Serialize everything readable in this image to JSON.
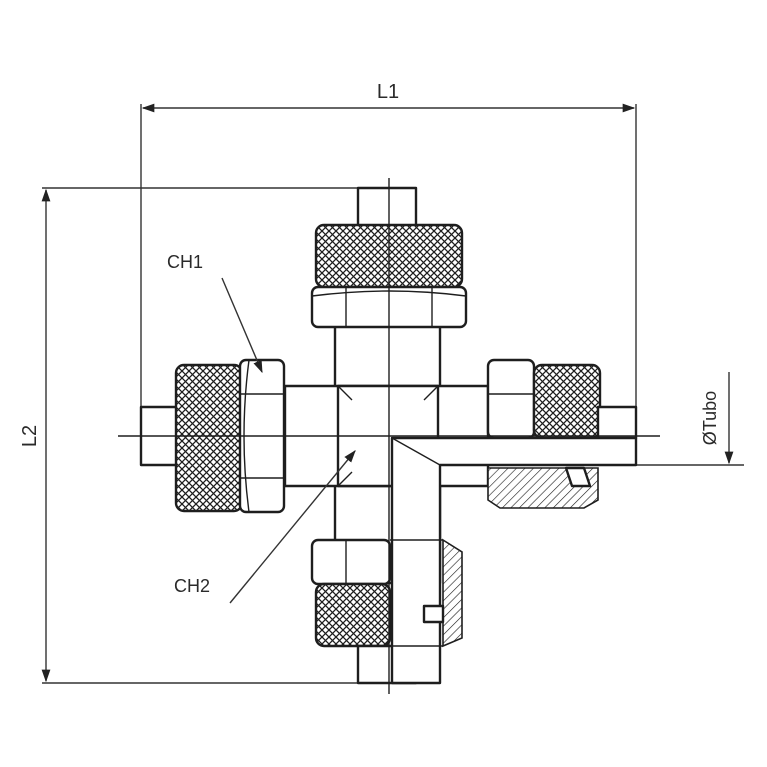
{
  "dimensions": {
    "l1": "L1",
    "l2": "L2",
    "tube": "ØTubo"
  },
  "callouts": {
    "ch1": "CH1",
    "ch2": "CH2"
  }
}
